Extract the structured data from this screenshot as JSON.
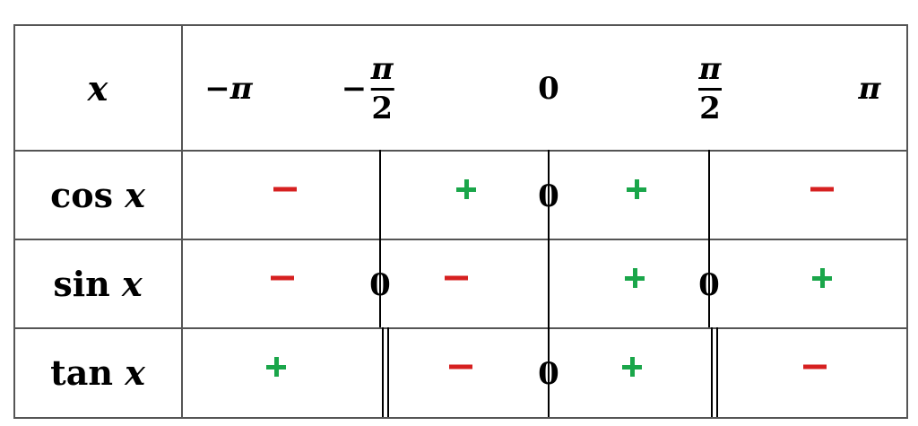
{
  "colors": {
    "plus": "#1aa64a",
    "minus": "#d62020",
    "text": "#000000",
    "grid": "#555555"
  },
  "header": {
    "variable": "x",
    "values": [
      {
        "id": "neg-pi",
        "sign": "−",
        "num": "π",
        "den": "",
        "fraction": false
      },
      {
        "id": "neg-pi-half",
        "sign": "−",
        "num": "π",
        "den": "2",
        "fraction": true
      },
      {
        "id": "zero",
        "sign": "",
        "num": "0",
        "den": "",
        "fraction": false
      },
      {
        "id": "pi-half",
        "sign": "",
        "num": "π",
        "den": "2",
        "fraction": true
      },
      {
        "id": "pi",
        "sign": "",
        "num": "π",
        "den": "",
        "fraction": false
      }
    ]
  },
  "rows": [
    {
      "func": "cos",
      "var": "x",
      "signs": [
        {
          "sym": "−",
          "kind": "minus"
        },
        {
          "sym": "+",
          "kind": "plus"
        },
        {
          "sym": "+",
          "kind": "plus"
        },
        {
          "sym": "−",
          "kind": "minus"
        }
      ],
      "markers": [
        {
          "at": "neg-pi-half",
          "type": "line",
          "zero": ""
        },
        {
          "at": "zero",
          "type": "line",
          "zero": "0"
        },
        {
          "at": "pi-half",
          "type": "line",
          "zero": ""
        }
      ]
    },
    {
      "func": "sin",
      "var": "x",
      "signs": [
        {
          "sym": "−",
          "kind": "minus"
        },
        {
          "sym": "−",
          "kind": "minus"
        },
        {
          "sym": "+",
          "kind": "plus"
        },
        {
          "sym": "+",
          "kind": "plus"
        }
      ],
      "markers": [
        {
          "at": "neg-pi-half",
          "type": "line",
          "zero": "0"
        },
        {
          "at": "zero",
          "type": "line",
          "zero": ""
        },
        {
          "at": "pi-half",
          "type": "line",
          "zero": "0"
        }
      ]
    },
    {
      "func": "tan",
      "var": "x",
      "signs": [
        {
          "sym": "+",
          "kind": "plus"
        },
        {
          "sym": "−",
          "kind": "minus"
        },
        {
          "sym": "+",
          "kind": "plus"
        },
        {
          "sym": "−",
          "kind": "minus"
        }
      ],
      "markers": [
        {
          "at": "neg-pi-half",
          "type": "double",
          "zero": ""
        },
        {
          "at": "zero",
          "type": "line",
          "zero": "0"
        },
        {
          "at": "pi-half",
          "type": "double",
          "zero": ""
        }
      ]
    }
  ]
}
